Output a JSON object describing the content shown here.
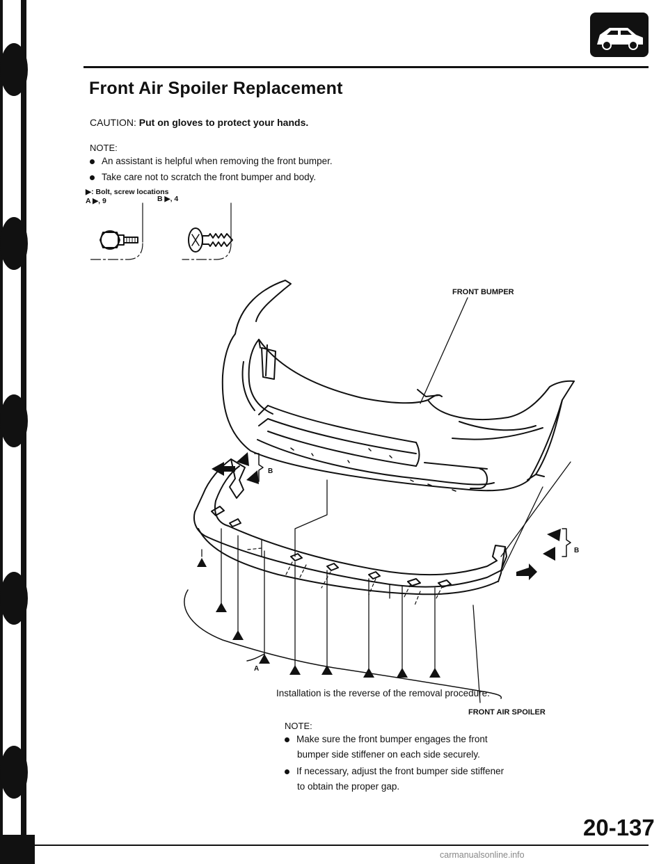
{
  "header": {
    "title": "Front Air Spoiler Replacement",
    "caution_label": "CAUTION:",
    "caution_text": "Put on gloves to protect your hands."
  },
  "notes_removal": {
    "heading": "NOTE:",
    "items": [
      "An assistant is helpful when removing the front bumper.",
      "Take care not to scratch the front bumper and body."
    ]
  },
  "legend": {
    "text": "▶: Bolt, screw locations",
    "fastener_a": "A ▶, 9",
    "fastener_b": "B ▶, 4"
  },
  "diagram": {
    "front_bumper_label": "FRONT BUMPER",
    "front_air_spoiler_label": "FRONT AIR SPOILER",
    "b_left": "B",
    "b_right": "B",
    "a_label": "A"
  },
  "installation": {
    "text": "Installation is the reverse of the removal procedure.",
    "heading": "NOTE:",
    "item1_line1": "Make sure the front bumper engages the front",
    "item1_line2": "bumper side stiffener on each side securely.",
    "item2_line1": "If necessary, adjust the front bumper side stiffener",
    "item2_line2": "to obtain the proper gap."
  },
  "footer": {
    "page_number": "20-137",
    "watermark": "carmanualsonline.info"
  }
}
